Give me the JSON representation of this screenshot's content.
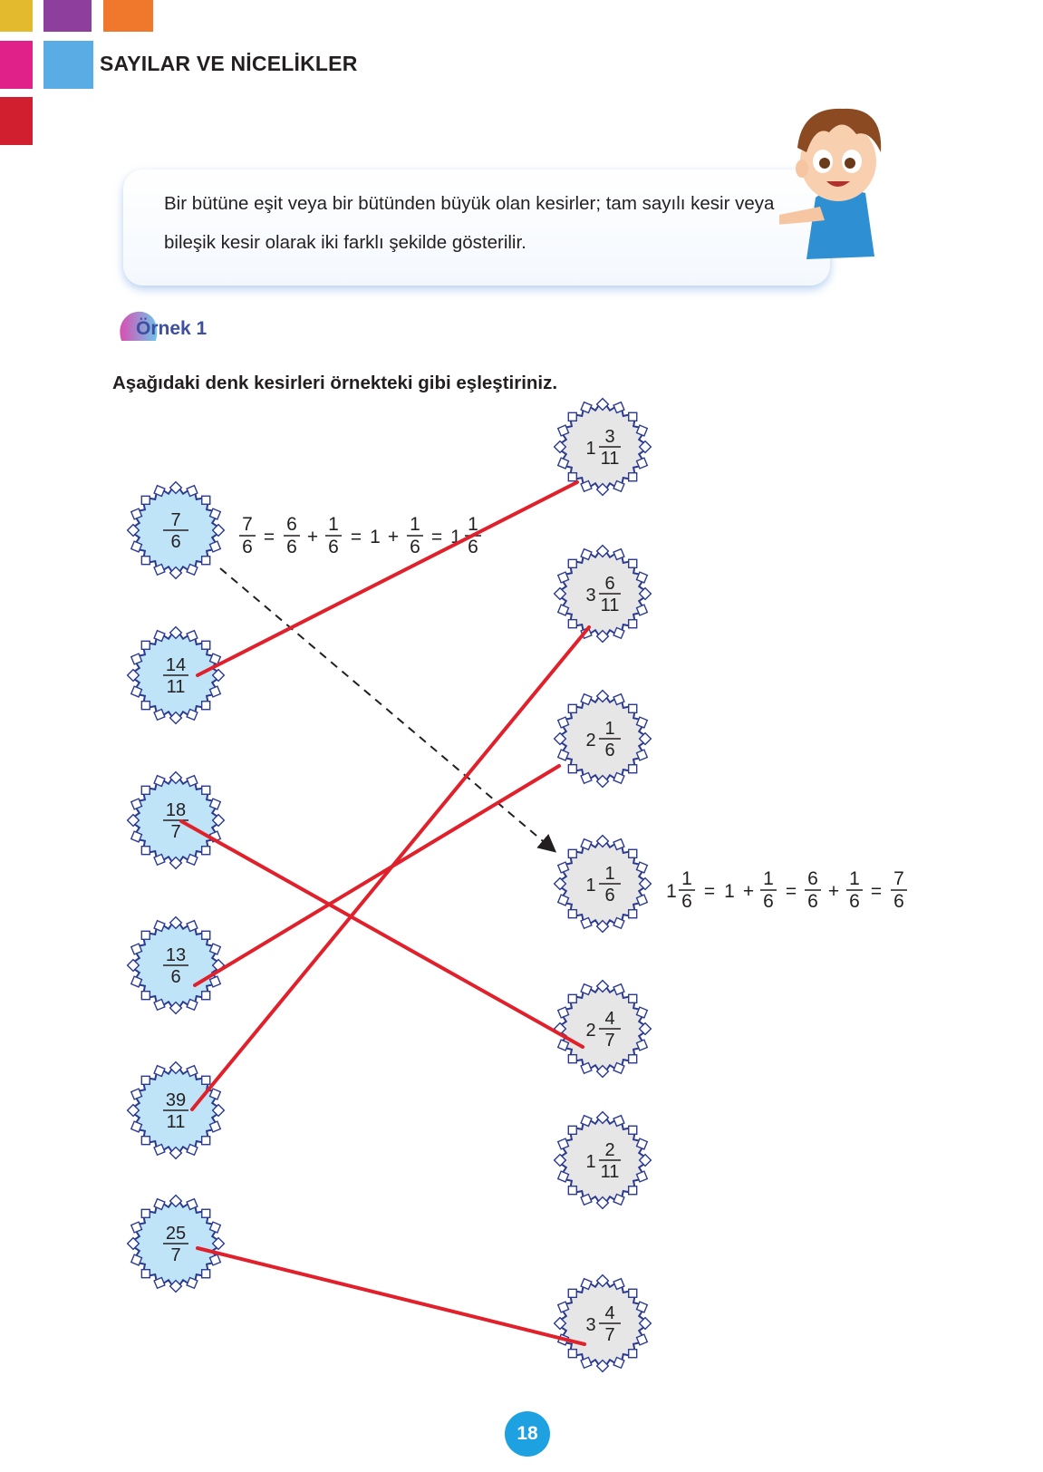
{
  "header": {
    "section_title": "SAYILAR VE NİCELİKLER",
    "colors": [
      "#e3b92d",
      "#8e3e9c",
      "#f0782c",
      "#e0218a",
      "#5aade4",
      "#d21f2f"
    ]
  },
  "info_box": {
    "text": "Bir bütüne eşit veya bir bütünden büyük olan kesirler; tam sayılı kesir veya bileşik kesir olarak iki farklı şekilde gösterilir."
  },
  "example": {
    "label": "Örnek 1",
    "instruction": "Aşağıdaki denk kesirleri örnekteki gibi eşleştiriniz."
  },
  "left_fractions": [
    {
      "num": "7",
      "den": "6"
    },
    {
      "num": "14",
      "den": "11"
    },
    {
      "num": "18",
      "den": "7"
    },
    {
      "num": "13",
      "den": "6"
    },
    {
      "num": "39",
      "den": "11"
    },
    {
      "num": "25",
      "den": "7"
    }
  ],
  "right_fractions": [
    {
      "whole": "1",
      "num": "3",
      "den": "11"
    },
    {
      "whole": "3",
      "num": "6",
      "den": "11"
    },
    {
      "whole": "2",
      "num": "1",
      "den": "6"
    },
    {
      "whole": "1",
      "num": "1",
      "den": "6"
    },
    {
      "whole": "2",
      "num": "4",
      "den": "7"
    },
    {
      "whole": "1",
      "num": "2",
      "den": "11"
    },
    {
      "whole": "3",
      "num": "4",
      "den": "7"
    }
  ],
  "example_equation_1": {
    "f1n": "7",
    "f1d": "6",
    "eq1": "=",
    "f2n": "6",
    "f2d": "6",
    "plus1": "+",
    "f3n": "1",
    "f3d": "6",
    "eq2": "=",
    "w1": "1",
    "plus2": "+",
    "f4n": "1",
    "f4d": "6",
    "eq3": "=",
    "w2": "1",
    "f5n": "1",
    "f5d": "6"
  },
  "example_equation_2": {
    "w1": "1",
    "f1n": "1",
    "f1d": "6",
    "eq1": "=",
    "w2": "1",
    "plus1": "+",
    "f2n": "1",
    "f2d": "6",
    "eq2": "=",
    "f3n": "6",
    "f3d": "6",
    "plus2": "+",
    "f4n": "1",
    "f4d": "6",
    "eq3": "=",
    "f5n": "7",
    "f5d": "6"
  },
  "matches": [
    {
      "from": "14/11",
      "to": "1 3/11"
    },
    {
      "from": "18/7",
      "to": "2 4/7"
    },
    {
      "from": "13/6",
      "to": "2 1/6"
    },
    {
      "from": "39/11",
      "to": "3 6/11"
    },
    {
      "from": "25/7",
      "to": "3 4/7"
    }
  ],
  "example_match": {
    "from": "7/6",
    "to": "1 1/6"
  },
  "line_color": "#e0202a",
  "left_star_color": "#bfe4f8",
  "right_star_color": "#e6e6e6",
  "page_number": "18"
}
